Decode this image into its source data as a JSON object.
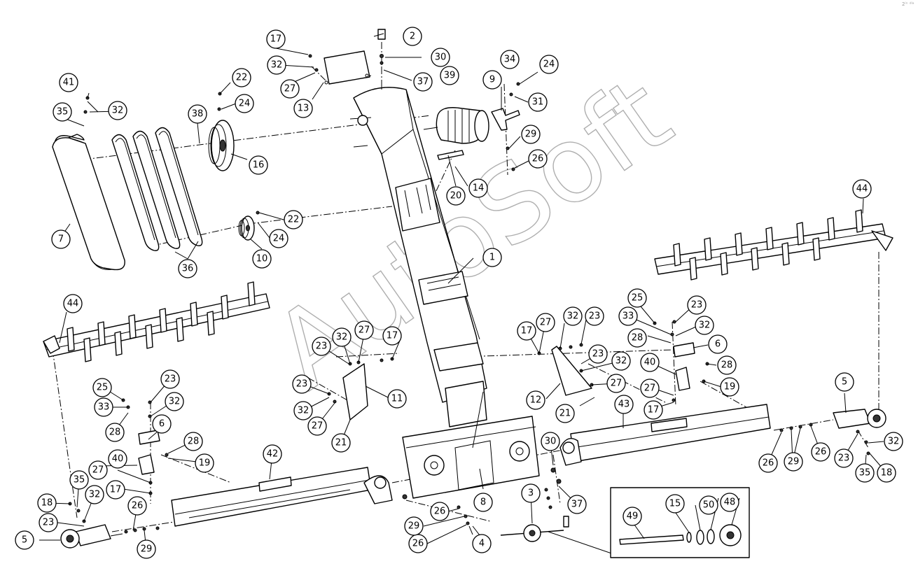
{
  "watermark": "AutoSoft",
  "corner_mark": "2ⁱⁿ ᵈⁱᵃ",
  "callouts": [
    {
      "id": "c1",
      "label": "1"
    },
    {
      "id": "c2",
      "label": "2"
    },
    {
      "id": "c3",
      "label": "3"
    },
    {
      "id": "c4",
      "label": "4"
    },
    {
      "id": "c5a",
      "label": "5"
    },
    {
      "id": "c5b",
      "label": "5"
    },
    {
      "id": "c6a",
      "label": "6"
    },
    {
      "id": "c6b",
      "label": "6"
    },
    {
      "id": "c7",
      "label": "7"
    },
    {
      "id": "c8",
      "label": "8"
    },
    {
      "id": "c9",
      "label": "9"
    },
    {
      "id": "c10",
      "label": "10"
    },
    {
      "id": "c11",
      "label": "11"
    },
    {
      "id": "c12",
      "label": "12"
    },
    {
      "id": "c13",
      "label": "13"
    },
    {
      "id": "c14",
      "label": "14"
    },
    {
      "id": "c15",
      "label": "15"
    },
    {
      "id": "c16",
      "label": "16"
    },
    {
      "id": "c17a",
      "label": "17"
    },
    {
      "id": "c17b",
      "label": "17"
    },
    {
      "id": "c17c",
      "label": "17"
    },
    {
      "id": "c17d",
      "label": "17"
    },
    {
      "id": "c17e",
      "label": "17"
    },
    {
      "id": "c18a",
      "label": "18"
    },
    {
      "id": "c18b",
      "label": "18"
    },
    {
      "id": "c19a",
      "label": "19"
    },
    {
      "id": "c19b",
      "label": "19"
    },
    {
      "id": "c20",
      "label": "20"
    },
    {
      "id": "c21a",
      "label": "21"
    },
    {
      "id": "c21b",
      "label": "21"
    },
    {
      "id": "c22a",
      "label": "22"
    },
    {
      "id": "c22b",
      "label": "22"
    },
    {
      "id": "c23a",
      "label": "23"
    },
    {
      "id": "c23b",
      "label": "23"
    },
    {
      "id": "c23c",
      "label": "23"
    },
    {
      "id": "c23d",
      "label": "23"
    },
    {
      "id": "c23e",
      "label": "23"
    },
    {
      "id": "c23f",
      "label": "23"
    },
    {
      "id": "c23g",
      "label": "23"
    },
    {
      "id": "c23h",
      "label": "23"
    },
    {
      "id": "c24a",
      "label": "24"
    },
    {
      "id": "c24b",
      "label": "24"
    },
    {
      "id": "c24c",
      "label": "24"
    },
    {
      "id": "c25a",
      "label": "25"
    },
    {
      "id": "c25b",
      "label": "25"
    },
    {
      "id": "c26a",
      "label": "26"
    },
    {
      "id": "c26b",
      "label": "26"
    },
    {
      "id": "c26c",
      "label": "26"
    },
    {
      "id": "c26d",
      "label": "26"
    },
    {
      "id": "c26e",
      "label": "26"
    },
    {
      "id": "c26f",
      "label": "26"
    },
    {
      "id": "c27a",
      "label": "27"
    },
    {
      "id": "c27b",
      "label": "27"
    },
    {
      "id": "c27c",
      "label": "27"
    },
    {
      "id": "c27d",
      "label": "27"
    },
    {
      "id": "c27e",
      "label": "27"
    },
    {
      "id": "c27f",
      "label": "27"
    },
    {
      "id": "c27g",
      "label": "27"
    },
    {
      "id": "c28a",
      "label": "28"
    },
    {
      "id": "c28b",
      "label": "28"
    },
    {
      "id": "c28c",
      "label": "28"
    },
    {
      "id": "c28d",
      "label": "28"
    },
    {
      "id": "c29a",
      "label": "29"
    },
    {
      "id": "c29b",
      "label": "29"
    },
    {
      "id": "c29c",
      "label": "29"
    },
    {
      "id": "c29d",
      "label": "29"
    },
    {
      "id": "c30a",
      "label": "30"
    },
    {
      "id": "c30b",
      "label": "30"
    },
    {
      "id": "c31",
      "label": "31"
    },
    {
      "id": "c32a",
      "label": "32"
    },
    {
      "id": "c32b",
      "label": "32"
    },
    {
      "id": "c32c",
      "label": "32"
    },
    {
      "id": "c32d",
      "label": "32"
    },
    {
      "id": "c32e",
      "label": "32"
    },
    {
      "id": "c32f",
      "label": "32"
    },
    {
      "id": "c32g",
      "label": "32"
    },
    {
      "id": "c32h",
      "label": "32"
    },
    {
      "id": "c32i",
      "label": "32"
    },
    {
      "id": "c32j",
      "label": "32"
    },
    {
      "id": "c33a",
      "label": "33"
    },
    {
      "id": "c33b",
      "label": "33"
    },
    {
      "id": "c34",
      "label": "34"
    },
    {
      "id": "c35a",
      "label": "35"
    },
    {
      "id": "c35b",
      "label": "35"
    },
    {
      "id": "c35c",
      "label": "35"
    },
    {
      "id": "c36",
      "label": "36"
    },
    {
      "id": "c37a",
      "label": "37"
    },
    {
      "id": "c37b",
      "label": "37"
    },
    {
      "id": "c38",
      "label": "38"
    },
    {
      "id": "c39",
      "label": "39"
    },
    {
      "id": "c40a",
      "label": "40"
    },
    {
      "id": "c40b",
      "label": "40"
    },
    {
      "id": "c41",
      "label": "41"
    },
    {
      "id": "c42",
      "label": "42"
    },
    {
      "id": "c43",
      "label": "43"
    },
    {
      "id": "c44a",
      "label": "44"
    },
    {
      "id": "c44b",
      "label": "44"
    },
    {
      "id": "c48",
      "label": "48"
    },
    {
      "id": "c49",
      "label": "49"
    },
    {
      "id": "c50",
      "label": "50"
    }
  ]
}
